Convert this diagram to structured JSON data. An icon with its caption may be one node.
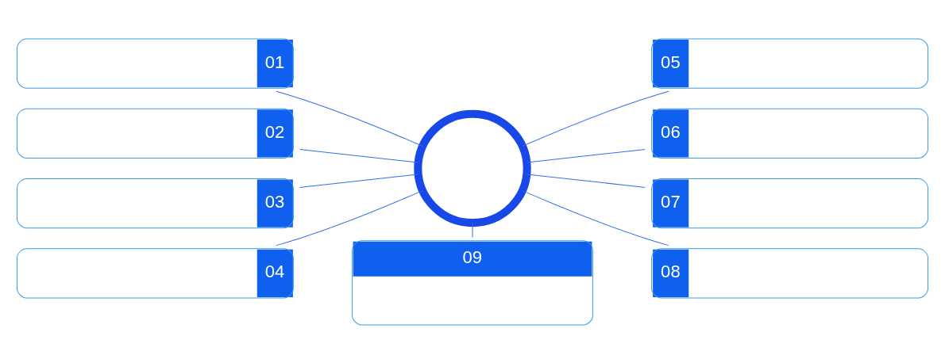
{
  "diagram": {
    "nodes": [
      {
        "text": [],
        "shape": "circle"
      },
      {
        "text": [
          "01"
        ]
      },
      {
        "text": [
          "02"
        ]
      },
      {
        "text": [
          "03"
        ]
      },
      {
        "text": [
          "04"
        ]
      },
      {
        "text": [
          "05"
        ]
      },
      {
        "text": [
          "06"
        ]
      },
      {
        "text": [
          "07"
        ]
      },
      {
        "text": [
          "08"
        ]
      },
      {
        "text": [
          "09"
        ]
      }
    ],
    "edges": [
      {
        "from": 0,
        "to": 1,
        "arrow": "none"
      },
      {
        "from": 0,
        "to": 2,
        "arrow": "none"
      },
      {
        "from": 0,
        "to": 3,
        "arrow": "none"
      },
      {
        "from": 0,
        "to": 4,
        "arrow": "none"
      },
      {
        "from": 0,
        "to": 5,
        "arrow": "none"
      },
      {
        "from": 0,
        "to": 6,
        "arrow": "none"
      },
      {
        "from": 0,
        "to": 7,
        "arrow": "none"
      },
      {
        "from": 0,
        "to": 8,
        "arrow": "none"
      },
      {
        "from": 0,
        "to": 9,
        "arrow": "none"
      }
    ]
  }
}
